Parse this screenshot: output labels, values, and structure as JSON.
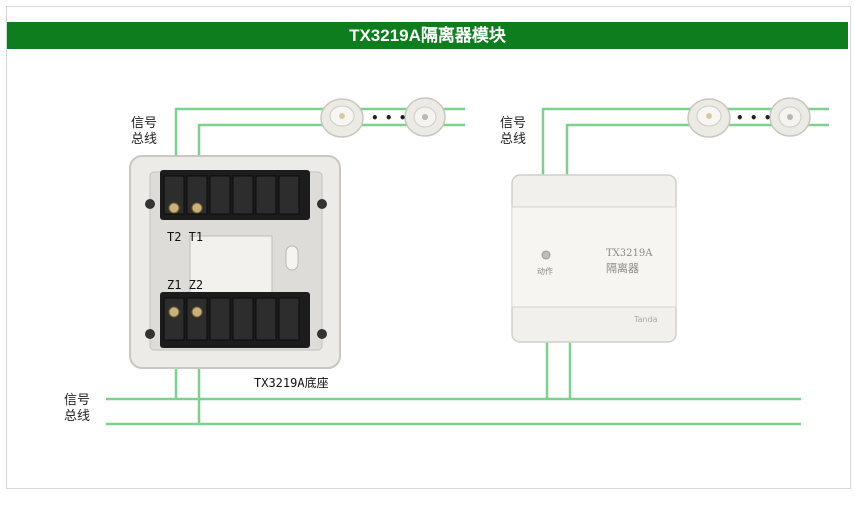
{
  "title": "TX3219A隔离器模块",
  "colors": {
    "title_bg": "#0d7d1d",
    "bus_line": "#7ed08f",
    "title_text": "#ffffff"
  },
  "labels": {
    "bus_left_top_l1": "信号",
    "bus_left_top_l2": "总线",
    "bus_right_top_l1": "信号",
    "bus_right_top_l2": "总线",
    "bus_bottom_l1": "信号",
    "bus_bottom_l2": "总线",
    "terminal_t": "T2 T1",
    "terminal_z": "Z1 Z2",
    "base_caption": "TX3219A底座",
    "ellipsis_left": "• • •",
    "ellipsis_right": "• • •"
  },
  "isolator": {
    "model": "TX3219A",
    "name": "隔离器",
    "indicator_label": "动作",
    "brand": "Tanda"
  },
  "icons": [
    "smoke-detector-icon",
    "heat-detector-icon"
  ]
}
